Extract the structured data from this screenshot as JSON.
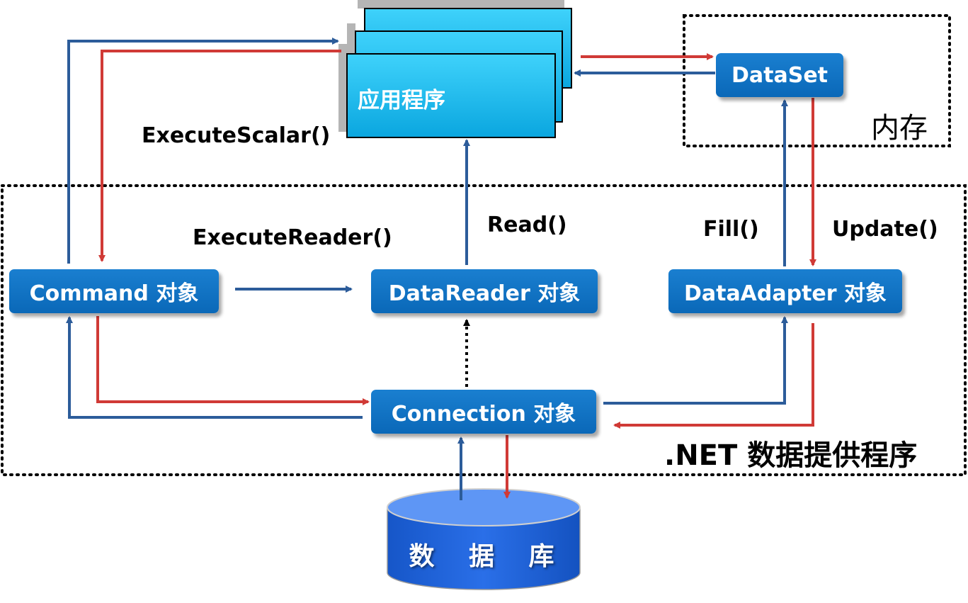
{
  "app": {
    "label": "应用程序"
  },
  "dataset": {
    "label": "DataSet"
  },
  "memory_region": {
    "label": "内存"
  },
  "provider_region": {
    "label": ".NET 数据提供程序"
  },
  "command": {
    "label": "Command 对象"
  },
  "datareader": {
    "label": "DataReader 对象"
  },
  "dataadapter": {
    "label": "DataAdapter 对象"
  },
  "connection": {
    "label": "Connection 对象"
  },
  "database": {
    "label": "数 据 库"
  },
  "methods": {
    "execute_scalar": "ExecuteScalar()",
    "execute_reader": "ExecuteReader()",
    "read": "Read()",
    "fill": "Fill()",
    "update": "Update()"
  },
  "colors": {
    "blue_arrow": "#2c5c9a",
    "red_arrow": "#d03a36",
    "box_fill": "#0b6cbd",
    "app_fill": "#29c5f6",
    "db_fill": "#1e64d8"
  }
}
